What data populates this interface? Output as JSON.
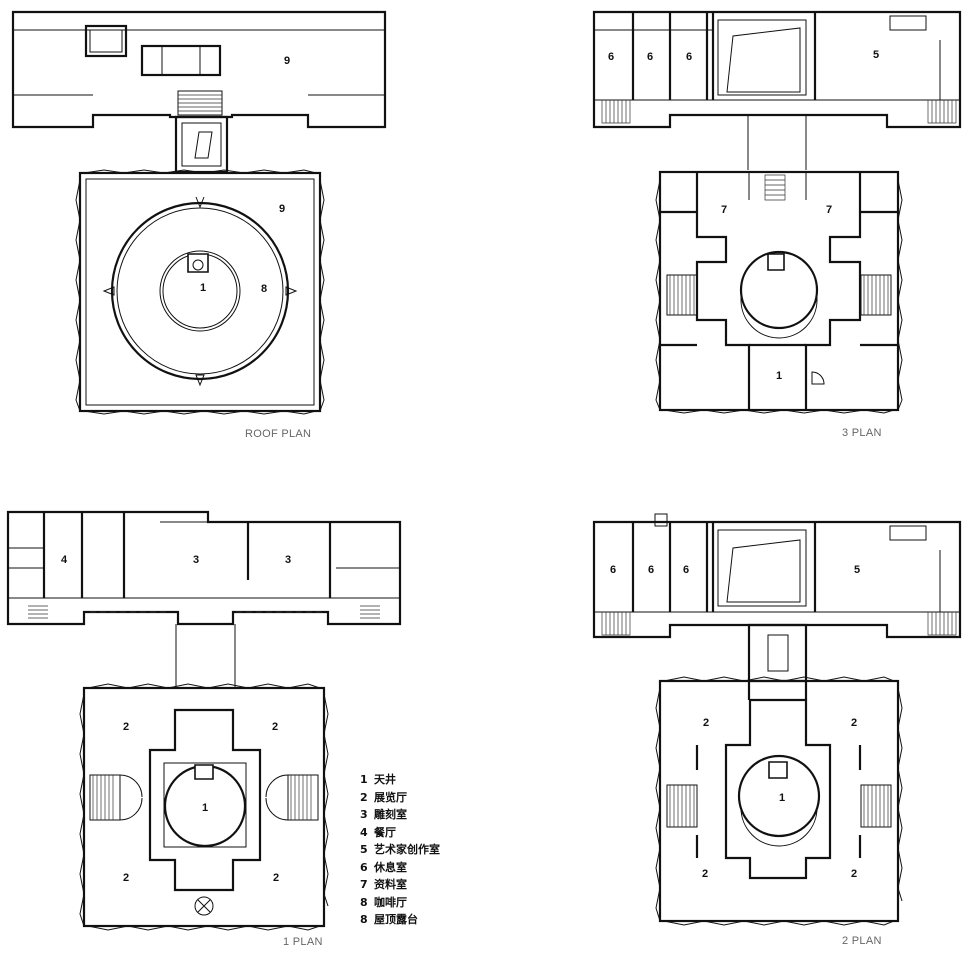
{
  "plans": [
    {
      "id": "roof",
      "title": "ROOF PLAN",
      "room_labels": [
        "9",
        "9",
        "1",
        "8"
      ]
    },
    {
      "id": "p3",
      "title": "3 PLAN",
      "room_labels": [
        "6",
        "6",
        "6",
        "5",
        "7",
        "7",
        "1"
      ]
    },
    {
      "id": "p1",
      "title": "1 PLAN",
      "room_labels": [
        "4",
        "3",
        "3",
        "2",
        "2",
        "1",
        "2",
        "2"
      ]
    },
    {
      "id": "p2",
      "title": "2 PLAN",
      "room_labels": [
        "6",
        "6",
        "6",
        "5",
        "2",
        "2",
        "1",
        "2",
        "2"
      ]
    }
  ],
  "legend": [
    {
      "num": "1",
      "label": "天井"
    },
    {
      "num": "2",
      "label": "展览厅"
    },
    {
      "num": "3",
      "label": "雕刻室"
    },
    {
      "num": "4",
      "label": "餐厅"
    },
    {
      "num": "5",
      "label": "艺术家创作室"
    },
    {
      "num": "6",
      "label": "休息室"
    },
    {
      "num": "7",
      "label": "资料室"
    },
    {
      "num": "8",
      "label": "咖啡厅"
    },
    {
      "num": "8",
      "label": "屋顶露台"
    }
  ]
}
